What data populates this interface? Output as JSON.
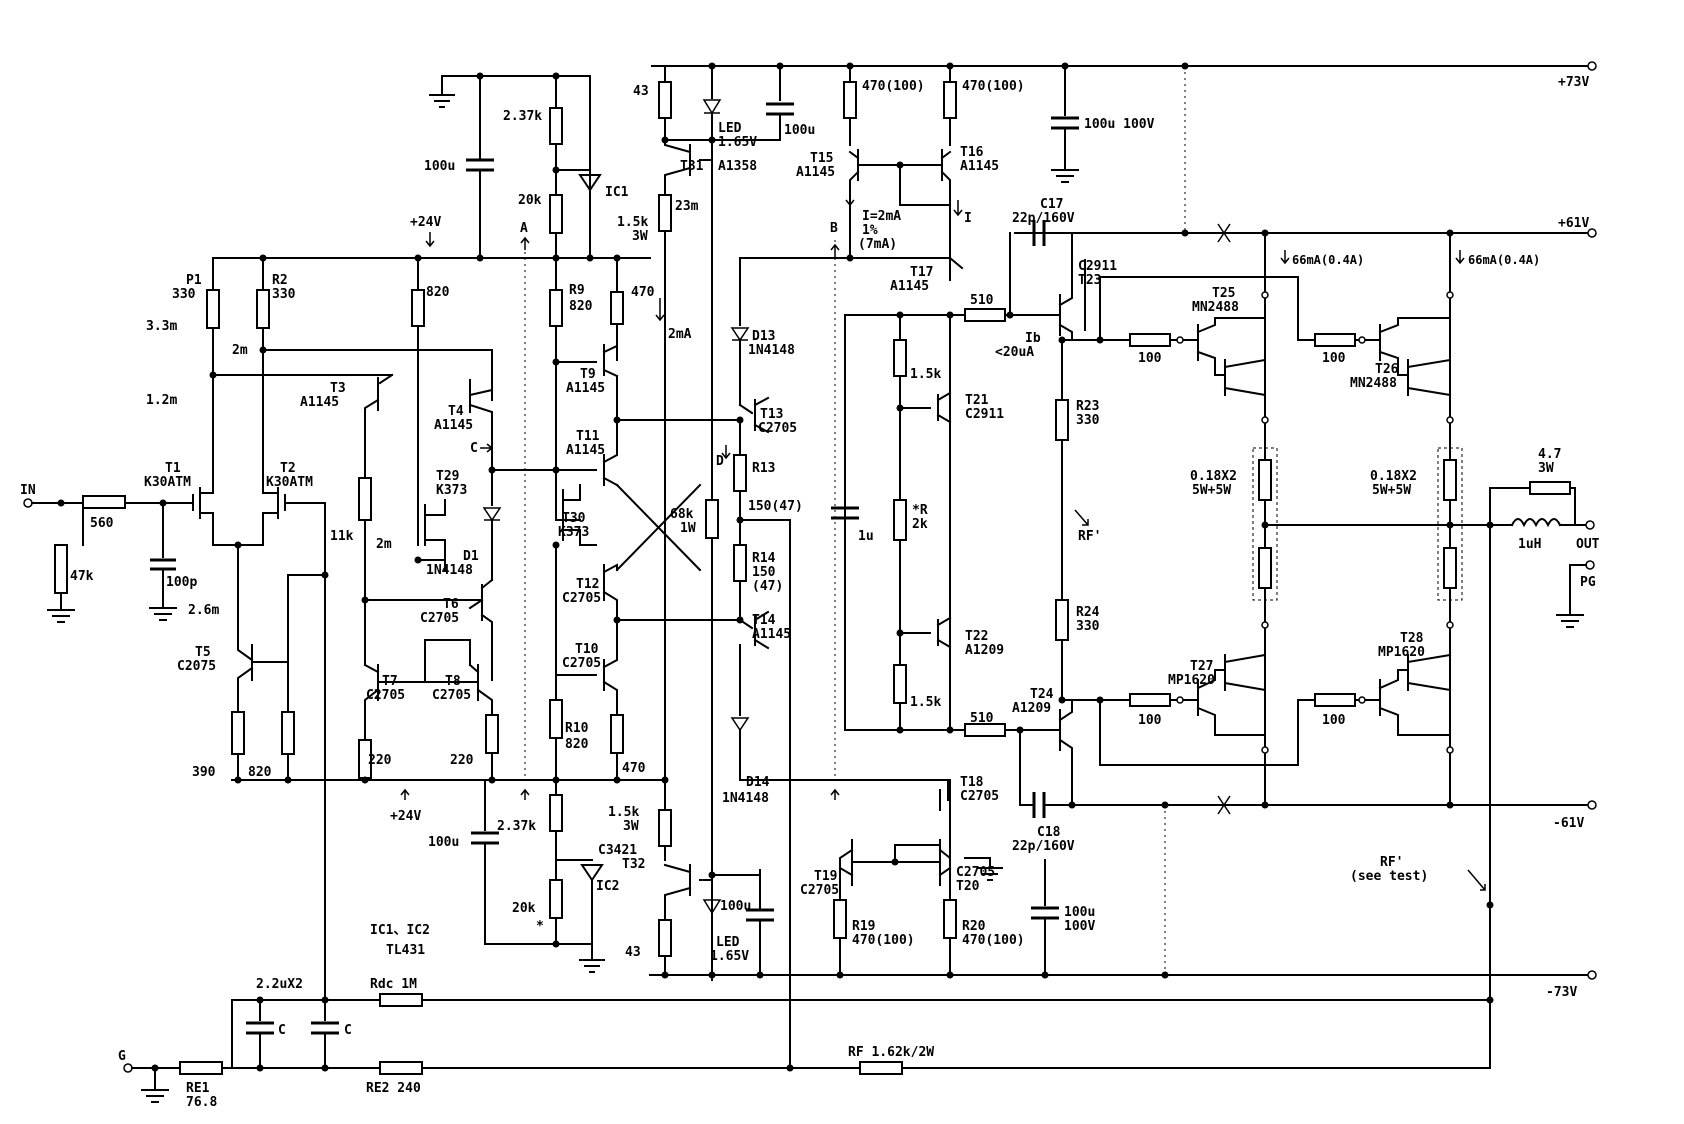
{
  "rails": {
    "pos73": "+73V",
    "pos61": "+61V",
    "neg61": "-61V",
    "neg73": "-73V",
    "pos24_top": "+24V",
    "pos24_bottom": "+24V"
  },
  "ports": {
    "in": "IN",
    "out": "OUT",
    "pg": "PG",
    "g": "G"
  },
  "transistors": [
    {
      "ref": "T1",
      "part": "K30ATM"
    },
    {
      "ref": "T2",
      "part": "K30ATM"
    },
    {
      "ref": "T3",
      "part": "A1145"
    },
    {
      "ref": "T4",
      "part": "A1145"
    },
    {
      "ref": "T5",
      "part": "C2075"
    },
    {
      "ref": "T6",
      "part": "C2705"
    },
    {
      "ref": "T7",
      "part": "C2705"
    },
    {
      "ref": "T8",
      "part": "C2705"
    },
    {
      "ref": "T9",
      "part": "A1145"
    },
    {
      "ref": "T10",
      "part": "C2705"
    },
    {
      "ref": "T11",
      "part": "A1145"
    },
    {
      "ref": "T12",
      "part": "C2705"
    },
    {
      "ref": "T13",
      "part": "C2705"
    },
    {
      "ref": "T14",
      "part": "A1145"
    },
    {
      "ref": "T15",
      "part": "A1145"
    },
    {
      "ref": "T16",
      "part": "A1145"
    },
    {
      "ref": "T17",
      "part": "A1145"
    },
    {
      "ref": "T18",
      "part": "C2705"
    },
    {
      "ref": "T19",
      "part": "C2705"
    },
    {
      "ref": "T20",
      "part": "C2705"
    },
    {
      "ref": "T21",
      "part": "C2911"
    },
    {
      "ref": "T22",
      "part": "A1209"
    },
    {
      "ref": "T23",
      "part": "C2911"
    },
    {
      "ref": "T24",
      "part": "A1209"
    },
    {
      "ref": "T25",
      "part": "MN2488"
    },
    {
      "ref": "T26",
      "part": "MN2488"
    },
    {
      "ref": "T27",
      "part": "MP1620"
    },
    {
      "ref": "T28",
      "part": "MP1620"
    },
    {
      "ref": "T29",
      "part": "K373"
    },
    {
      "ref": "T30",
      "part": "K373"
    },
    {
      "ref": "T31",
      "part": "A1358"
    },
    {
      "ref": "T32",
      "part": "C3421"
    }
  ],
  "labels": {
    "r560": "560",
    "r47k": "47k",
    "c100p": "100p",
    "p1": "P1",
    "p1v": "330",
    "r2": "R2",
    "r2v": "330",
    "cur33m": "3.3m",
    "cur12m": "1.2m",
    "cur2m_a": "2m",
    "cur26m": "2.6m",
    "r820a": "820",
    "r11k": "11k",
    "cur2m_b": "2m",
    "d1": "D1",
    "d1p": "1N4148",
    "r390": "390",
    "r820b": "820",
    "r220a": "220",
    "r220b": "220",
    "c100u_top": "100u",
    "r237k_top": "2.37k",
    "r20k_top": "20k",
    "ic1": "IC1",
    "r9": "R9",
    "r9v": "820",
    "r470a": "470",
    "c100u_bot": "100u",
    "r237k_bot": "2.37k",
    "r20k_bot": "20k",
    "star": "*",
    "ic2": "IC2",
    "r10": "R10",
    "r10v": "820",
    "r470b": "470",
    "icnote1": "IC1、IC2",
    "icnote2": "TL431",
    "r43a": "43",
    "led1": "LED",
    "led1v": "1.65V",
    "c100u_led1": "100u",
    "r15k_a": "1.5k",
    "r15k_a2": "3W",
    "cur23m": "23m",
    "cur2mA": "2mA",
    "r43b": "43",
    "led2": "LED",
    "led2v": "1.65V",
    "c100u_led2": "100u",
    "r15k_b": "1.5k",
    "r15k_b2": "3W",
    "r68k": "68k",
    "r68k2": "1W",
    "d13": "D13",
    "d13p": "1N4148",
    "d14": "D14",
    "d14p": "1N4148",
    "r13": "R13",
    "r13v": "150(47)",
    "r14": "R14",
    "r14v": "150",
    "r14v2": "(47)",
    "mA": "A",
    "mB": "B",
    "mC": "C",
    "mD": "D",
    "r470_100a": "470(100)",
    "r470_100b": "470(100)",
    "i2ma1": "I=2mA",
    "i2ma2": "1%",
    "i2ma3": "(7mA)",
    "iI": "I",
    "c100u100v_top": "100u 100V",
    "c17": "C17",
    "c17v": "22p/160V",
    "c18": "C18",
    "c18v": "22p/160V",
    "cur66a": "66mA(0.4A)",
    "cur66b": "66mA(0.4A)",
    "r510a": "510",
    "r510b": "510",
    "ib": "Ib",
    "ibv": "<20uA",
    "c1u": "1u",
    "r15k_c": "1.5k",
    "rR": "*R",
    "rRv": "2k",
    "r15k_d": "1.5k",
    "r23": "R23",
    "r23v": "330",
    "r24": "R24",
    "r24v": "330",
    "rfp": "RF'",
    "r100a": "100",
    "r100b": "100",
    "r100c": "100",
    "r100d": "100",
    "re018a": "0.18X2",
    "re018a2": "5W+5W",
    "re018b": "0.18X2",
    "re018b2": "5W+5W",
    "r47": "4.7",
    "r47b": "3W",
    "l1": "1uH",
    "r19": "R19",
    "r19v": "470(100)",
    "r20": "R20",
    "r20v": "470(100)",
    "c100u100v_bot1": "100u",
    "c100u100v_bot2": "100V",
    "rftest1": "RF'",
    "rftest2": "(see test)",
    "c22u": "2.2uX2",
    "cC1": "C",
    "cC2": "C",
    "rdc": "Rdc  1M",
    "re1": "RE1",
    "re1v": "76.8",
    "re2": "RE2  240",
    "rf": "RF  1.62k/2W"
  }
}
